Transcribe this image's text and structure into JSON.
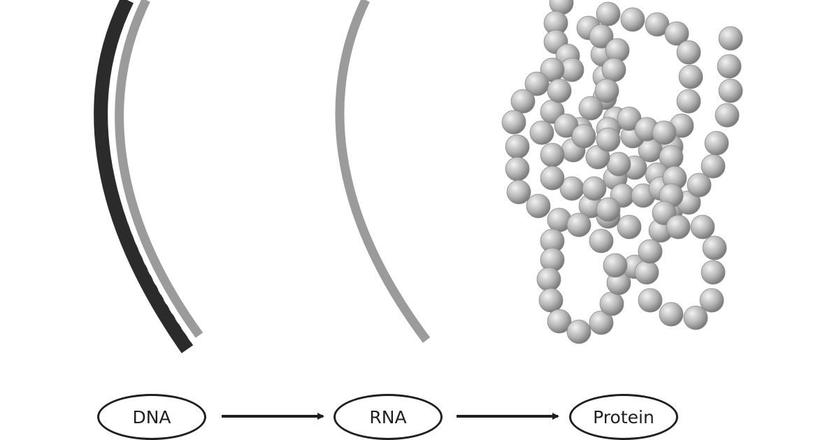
{
  "flow": {
    "nodes": [
      "DNA",
      "RNA",
      "Protein"
    ]
  },
  "colors": {
    "dna_outer_strand": "#2b2b2b",
    "dna_inner_strand": "#9b9b9b",
    "rna_strand": "#9b9b9b",
    "bead_light": "#f2f2f2",
    "bead_mid": "#b3b3b3",
    "bead_dark": "#6f6f6f",
    "arrow": "#1f1f1f",
    "label_text": "#1f1f1f"
  },
  "icons": {
    "dna": "double-strand-arc",
    "rna": "single-strand-arc",
    "protein": "folded-bead-chain",
    "arrow": "right-arrow"
  }
}
